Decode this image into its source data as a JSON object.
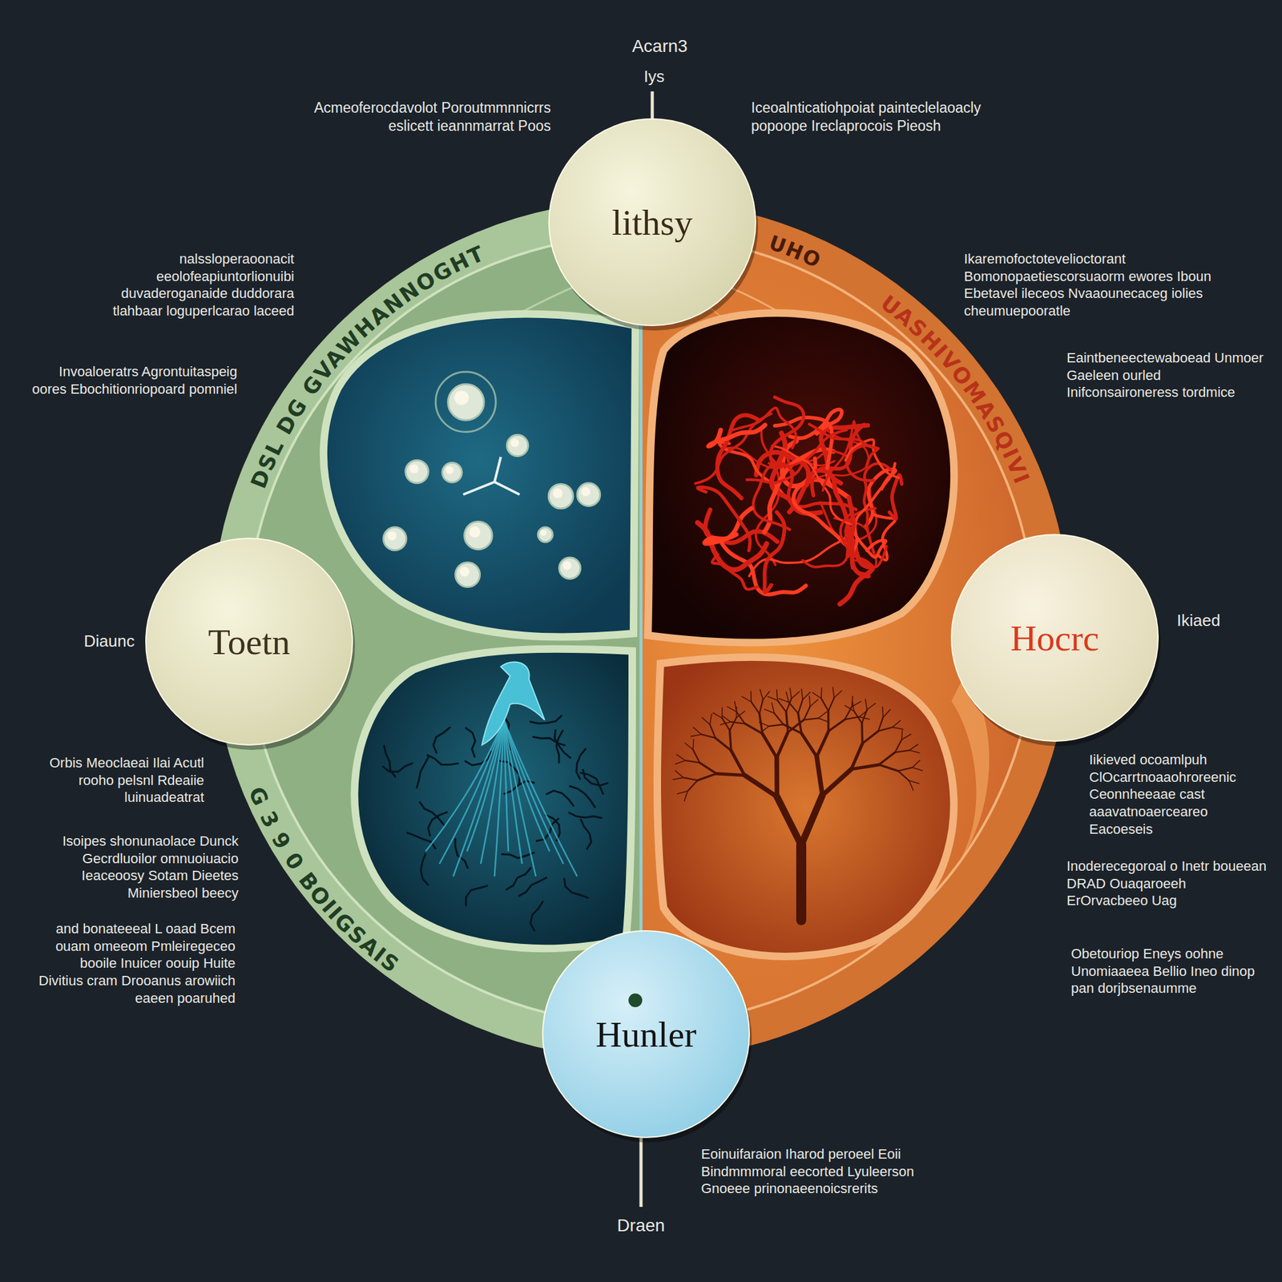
{
  "diagram": {
    "nodes": [
      {
        "text": [
          "lithsy"
        ]
      },
      {
        "text": [
          "Toetn"
        ]
      },
      {
        "text": [
          "Hocrc"
        ]
      },
      {
        "text": [
          "Hunler"
        ]
      }
    ],
    "labels": [
      "Acarn3",
      "Iys",
      "Acmeoferocdavolot Poroutmmnnicrrs eslicett ieannmarrat Poos",
      "Iceoalnticatiohpoiat painteclelaoacly popoope Ireclaprocois Pieosh",
      "DSL DG GVAWHANNOGHT",
      "UHO",
      "UASHIVOMASQIVI",
      "nalssloperaoonacit eeolofeapiuntorlionuibi duvaderoganaide duddorara tlahbaar loguperlcarao laceed",
      "Invoaloeratrs Agrontuitaspeig oores Ebochitionriopoard pomniel",
      "Diaunc",
      "Orbis Meoclaeai Ilai Acutl rooho pelsnl Rdeaiie luinuadeatrat",
      "Isoipes shonunaolace Dunck Gecrdluoilor omnuoiuacio Ieaceoosy Sotam Dieetes Miniersbeol beecy",
      "G 3 9 0 BOIIGSAIS",
      "and bonateeeal L oaad Bcem ouam omeeom Pmleiregeceo booile Inuicer oouip Huite Divitius cram Drooanus arowiich eaeen poaruhed",
      "Ikaremofoctotevelioctorant Bomonopaetiescorsuaorm ewores Iboun Ebetavel ileceos Nvaaounecaceg iolies cheumuepooratle",
      "Eaintbeneectewaboead Unmoer Gaeleen ourled Inifconsaironeress tordmice",
      "Ikiaed",
      "Iikieved ocoamlpuh ClOcarrtnoaaohroreenic Ceonnheeaae cast aaavatnoaerceareo Eacoeseis",
      "Inoderecegoroal o Inetr boueean DRAD Ouaqaroeeh ErOrvacbeeo Uag",
      "Obetouriop Eneys oohne Unomiaaeea Bellio Ineo dinop pan dorjbsenaumme",
      "Eoinuifaraion Iharod peroeel Eoii Bindmmmoral eecorted Lyuleerson Gnoeee prinonaeenoicsrerits",
      "Draen"
    ]
  }
}
